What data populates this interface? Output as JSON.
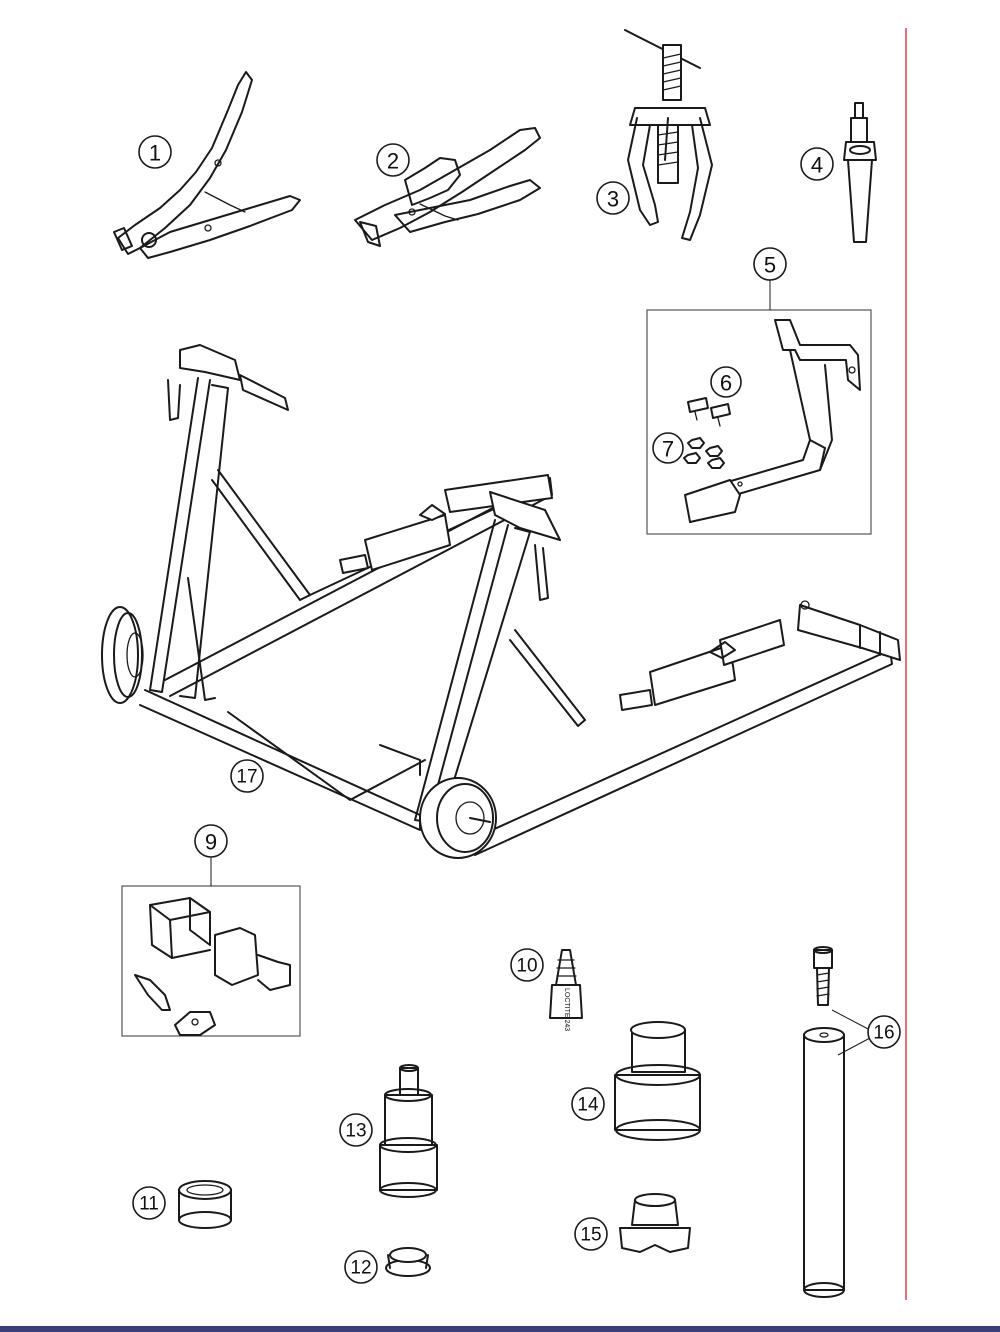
{
  "page": {
    "border_color": "#d4354a",
    "bottom_bar_color": "#3a3f7a"
  },
  "callouts": [
    {
      "label": "1"
    },
    {
      "label": "2"
    },
    {
      "label": "3"
    },
    {
      "label": "4"
    },
    {
      "label": "5"
    },
    {
      "label": "6"
    },
    {
      "label": "7"
    },
    {
      "label": "9"
    },
    {
      "label": "10"
    },
    {
      "label": "11"
    },
    {
      "label": "12"
    },
    {
      "label": "13"
    },
    {
      "label": "14"
    },
    {
      "label": "15"
    },
    {
      "label": "16"
    },
    {
      "label": "17"
    }
  ],
  "parts": {
    "part_10_text": "LOCTITE 243"
  }
}
